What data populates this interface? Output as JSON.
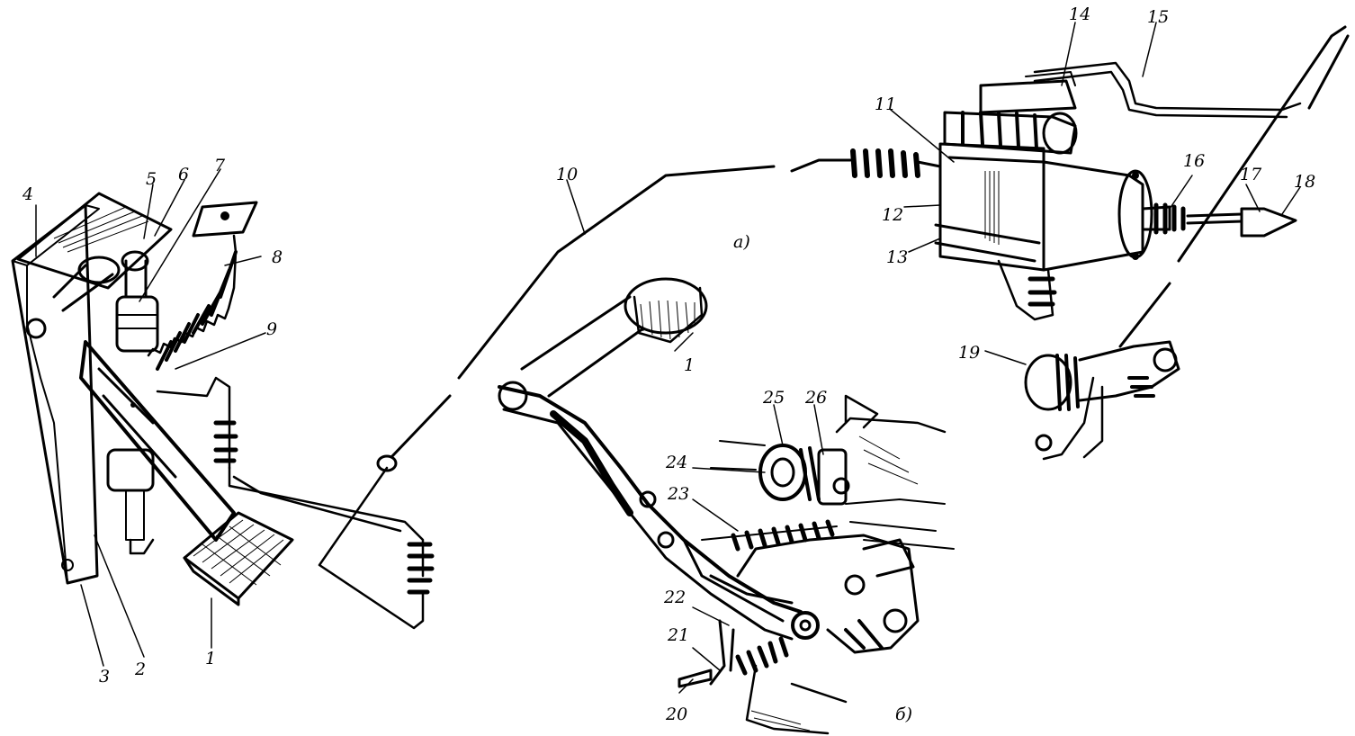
{
  "labels": {
    "n1a": "1",
    "n1b": "1",
    "n2": "2",
    "n3": "3",
    "n4": "4",
    "n5": "5",
    "n6": "6",
    "n7": "7",
    "n8": "8",
    "n9": "9",
    "n10": "10",
    "n11": "11",
    "n12": "12",
    "n13": "13",
    "n14": "14",
    "n15": "15",
    "n16": "16",
    "n17": "17",
    "n18": "18",
    "n19": "19",
    "n20": "20",
    "n21": "21",
    "n22": "22",
    "n23": "23",
    "n24": "24",
    "n25": "25",
    "n26": "26",
    "view_a": "a)",
    "view_b": "б)"
  }
}
